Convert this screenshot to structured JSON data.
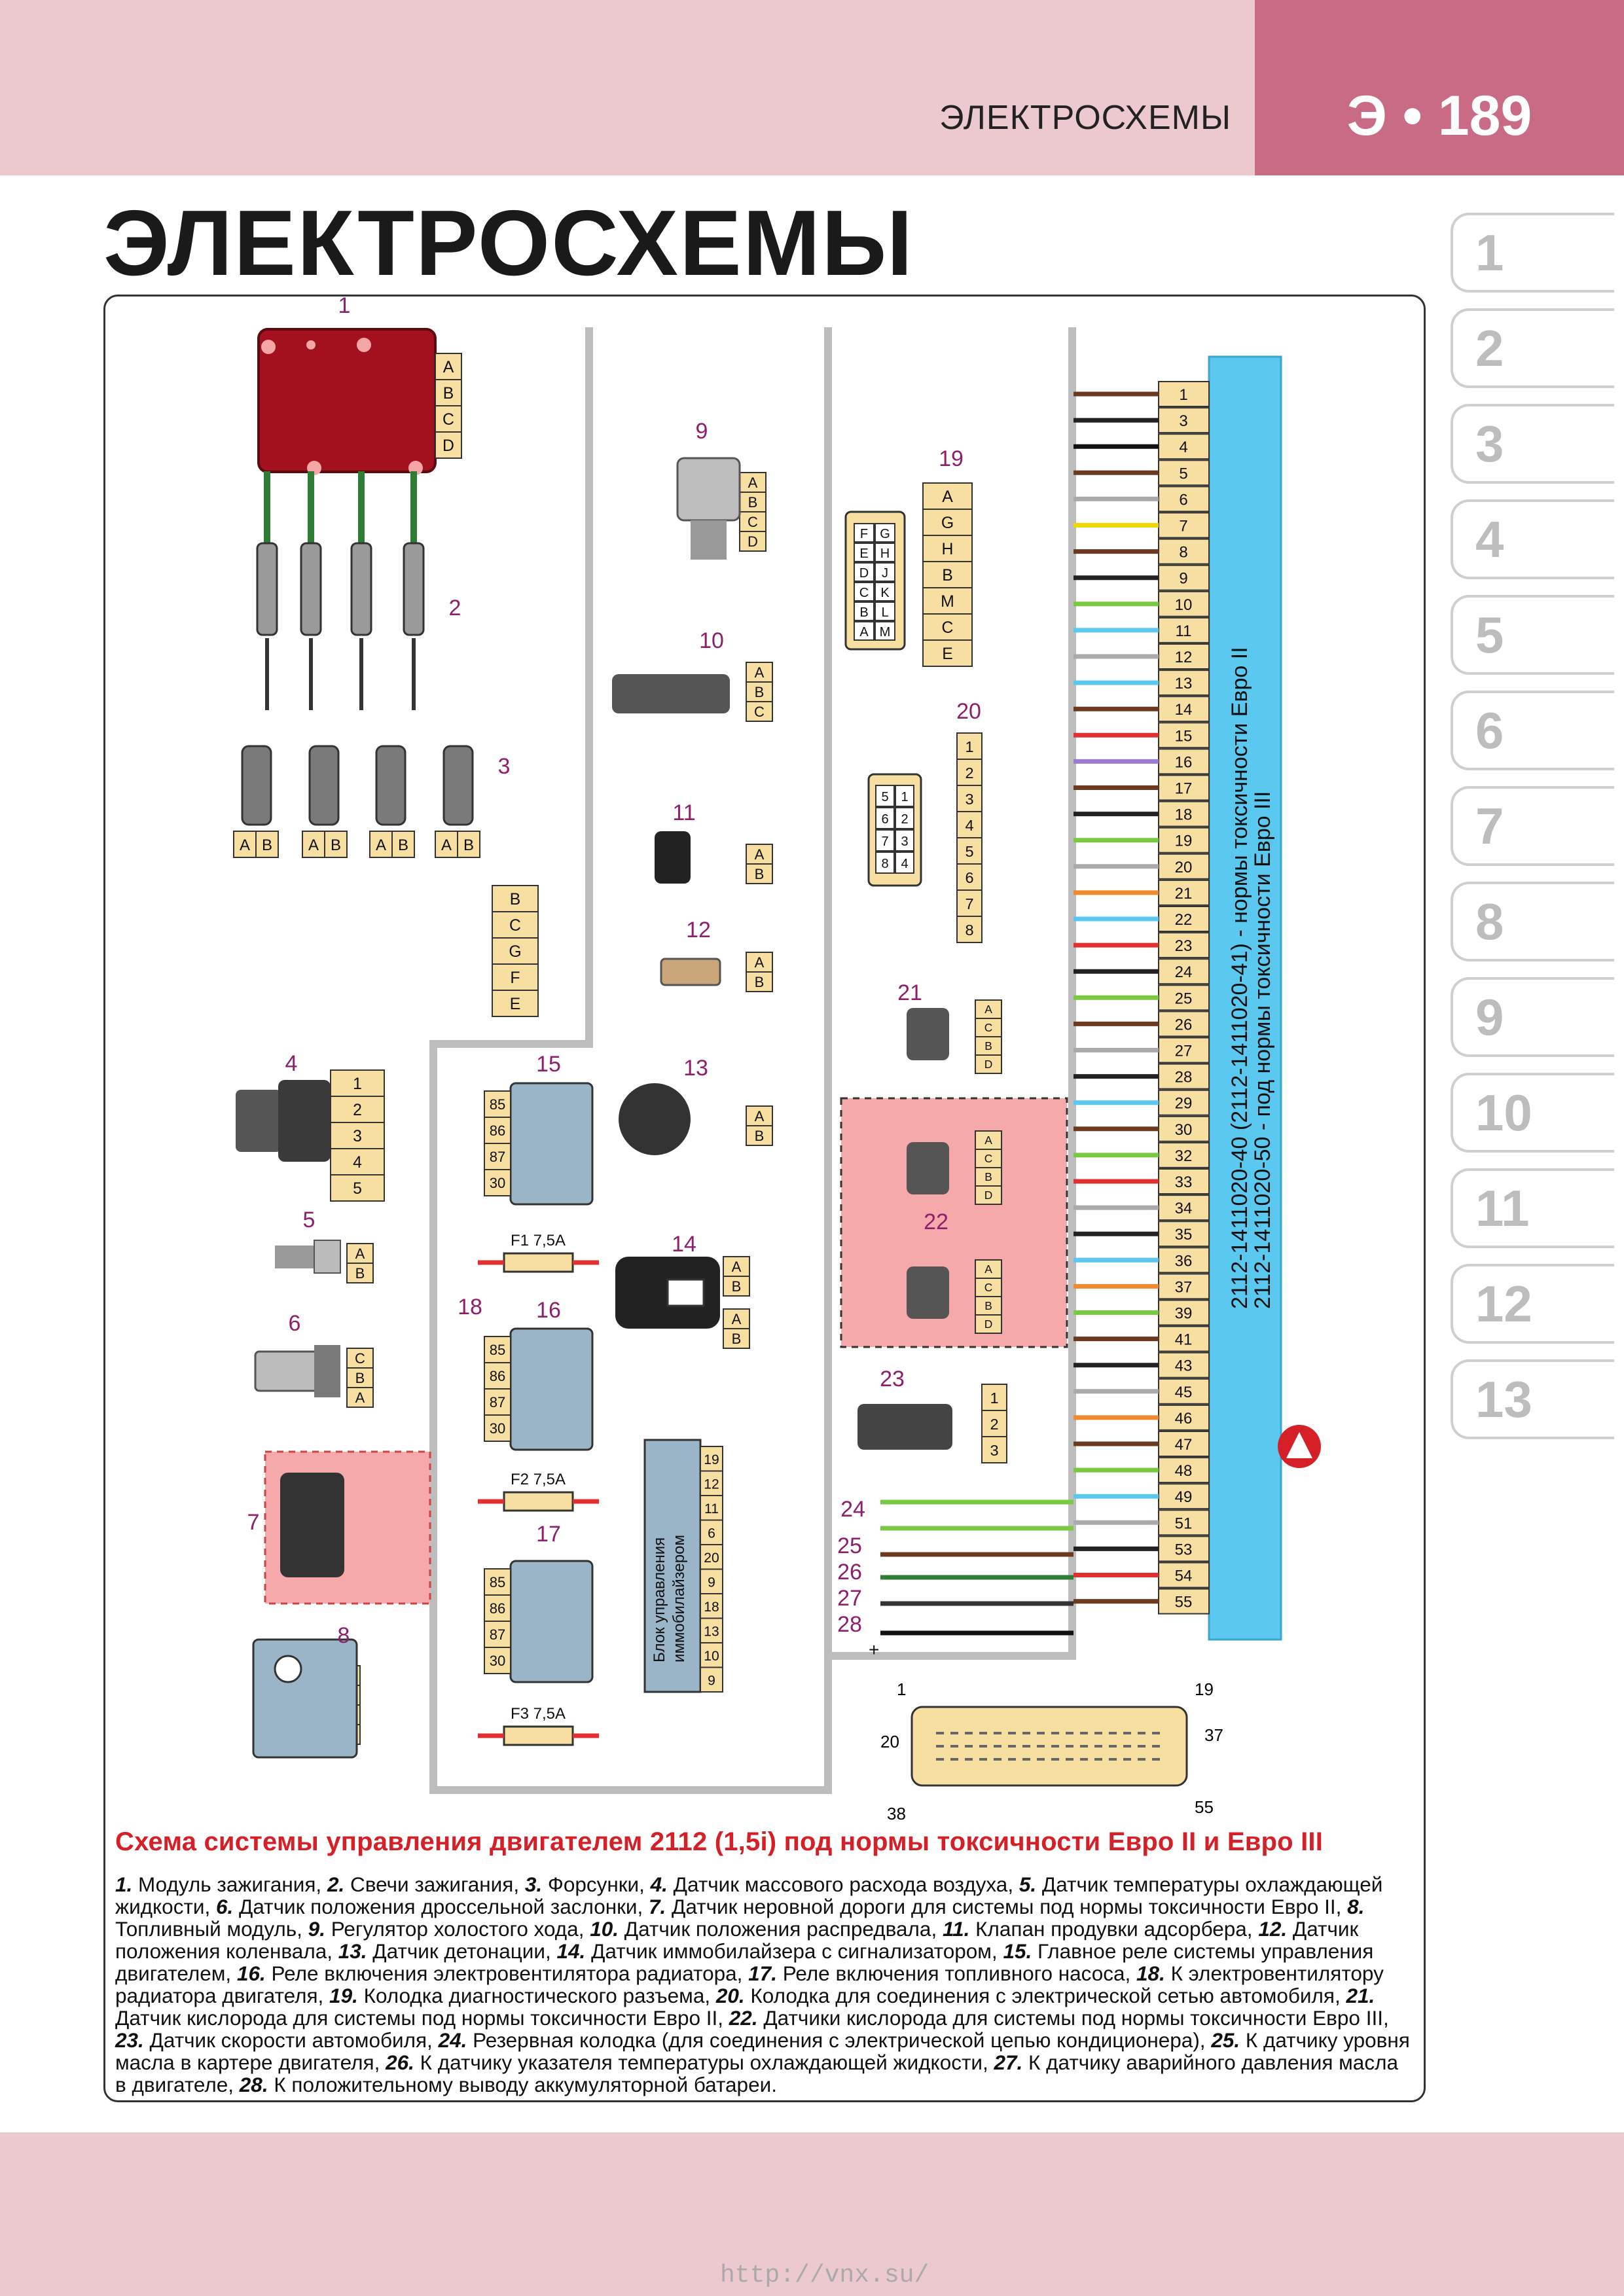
{
  "header": {
    "section": "ЭЛЕКТРОСХЕМЫ",
    "page_number": "Э • 189"
  },
  "title": "ЭЛЕКТРОСХЕМЫ",
  "tabs": [
    "1",
    "2",
    "3",
    "4",
    "5",
    "6",
    "7",
    "8",
    "9",
    "10",
    "11",
    "12",
    "13"
  ],
  "diagram": {
    "caption": "Схема системы управления двигателем 2112 (1,5i) под нормы токсичности Евро II и Евро III",
    "ecu_label_1": "2112-1411020-40 (2112-1411020-41) - нормы токсичности Евро II",
    "ecu_label_2": "2112-1411020-50 - под нормы токсичности Евро III",
    "ecu_pins": [
      "1",
      "3",
      "4",
      "5",
      "6",
      "7",
      "8",
      "9",
      "10",
      "11",
      "12",
      "13",
      "14",
      "15",
      "16",
      "17",
      "18",
      "19",
      "20",
      "21",
      "22",
      "23",
      "24",
      "25",
      "26",
      "27",
      "28",
      "29",
      "30",
      "32",
      "33",
      "34",
      "35",
      "36",
      "37",
      "39",
      "41",
      "43",
      "45",
      "46",
      "47",
      "48",
      "49",
      "51",
      "53",
      "54",
      "55"
    ],
    "immobilizer_label_1": "Блок управления",
    "immobilizer_label_2": "иммобилайзером",
    "immobilizer_pins": [
      "19",
      "12",
      "11",
      "6",
      "20",
      "9",
      "18",
      "13",
      "10",
      "9"
    ],
    "fuses": [
      "F1 7,5A",
      "F2 7,5A",
      "F3 7,5A"
    ],
    "relay_pins": [
      "85",
      "86",
      "87",
      "30"
    ],
    "maf_pins": [
      "1",
      "2",
      "3",
      "4",
      "5"
    ],
    "diag_pins": [
      "A",
      "G",
      "H",
      "B",
      "M",
      "C",
      "E"
    ],
    "diag_grid": [
      "F",
      "G",
      "E",
      "H",
      "D",
      "J",
      "C",
      "K",
      "B",
      "L",
      "A",
      "M"
    ],
    "conn20_pins": [
      "1",
      "2",
      "3",
      "4",
      "5",
      "6",
      "7",
      "8"
    ],
    "conn20_grid": [
      "5",
      "1",
      "6",
      "2",
      "7",
      "3",
      "8",
      "4"
    ],
    "plug_pins": {
      "p1": "1",
      "p19": "19",
      "p20": "20",
      "p37": "37",
      "p38": "38",
      "p55": "55"
    },
    "callouts": [
      "1",
      "2",
      "3",
      "4",
      "5",
      "6",
      "7",
      "8",
      "9",
      "10",
      "11",
      "12",
      "13",
      "14",
      "15",
      "16",
      "17",
      "18",
      "19",
      "20",
      "21",
      "22",
      "23",
      "24",
      "25",
      "26",
      "27",
      "28"
    ],
    "plus_sign": "+"
  },
  "legend": [
    {
      "n": "1.",
      "t": " Модуль зажигания, "
    },
    {
      "n": "2.",
      "t": " Свечи зажигания, "
    },
    {
      "n": "3.",
      "t": " Форсунки, "
    },
    {
      "n": "4.",
      "t": " Датчик массового расхода воздуха, "
    },
    {
      "n": "5.",
      "t": " Датчик температуры охлаждающей жидкости, "
    },
    {
      "n": "6.",
      "t": " Датчик положения дроссельной заслонки, "
    },
    {
      "n": "7.",
      "t": " Датчик неровной дороги для системы под нормы токсичности Евро II, "
    },
    {
      "n": "8.",
      "t": " Топливный модуль, "
    },
    {
      "n": "9.",
      "t": " Регулятор холостого хода, "
    },
    {
      "n": "10.",
      "t": " Датчик положения распредвала, "
    },
    {
      "n": "11.",
      "t": " Клапан продувки адсорбера, "
    },
    {
      "n": "12.",
      "t": " Датчик положения коленвала, "
    },
    {
      "n": "13.",
      "t": " Датчик детонации, "
    },
    {
      "n": "14.",
      "t": " Датчик иммобилайзера с сигнализатором, "
    },
    {
      "n": "15.",
      "t": " Главное реле системы управления двигателем, "
    },
    {
      "n": "16.",
      "t": " Реле включения электровентилятора радиатора, "
    },
    {
      "n": "17.",
      "t": " Реле включения топливного насоса, "
    },
    {
      "n": "18.",
      "t": " К электровентилятору радиатора двигателя, "
    },
    {
      "n": "19.",
      "t": " Колодка диагностического разъема, "
    },
    {
      "n": "20.",
      "t": " Колодка для соединения с электрической сетью автомобиля, "
    },
    {
      "n": "21.",
      "t": " Датчик кислорода для системы под нормы токсичности Евро II, "
    },
    {
      "n": "22.",
      "t": " Датчики кислорода для системы под нормы токсичности Евро III, "
    },
    {
      "n": "23.",
      "t": " Датчик скорости автомобиля, "
    },
    {
      "n": "24.",
      "t": " Резервная колодка (для соединения с электрической цепью кондиционера), "
    },
    {
      "n": "25.",
      "t": " К датчику уровня масла в картере двигателя, "
    },
    {
      "n": "26.",
      "t": " К датчику указателя температуры охлаждающей жидкости, "
    },
    {
      "n": "27.",
      "t": " К датчику аварийного давления масла в двигателе, "
    },
    {
      "n": "28.",
      "t": " К положительному выводу аккумуляторной батареи."
    }
  ],
  "footer_url": "http://vnx.su/",
  "colors": {
    "accent_pink": "#c96b85",
    "band_pink": "#ecc9cf",
    "caption_red": "#d62027",
    "ecu_blue": "#5bc8f0",
    "connector_yellow": "#f6dfa0",
    "highlight_pink": "#f6a9ab"
  }
}
